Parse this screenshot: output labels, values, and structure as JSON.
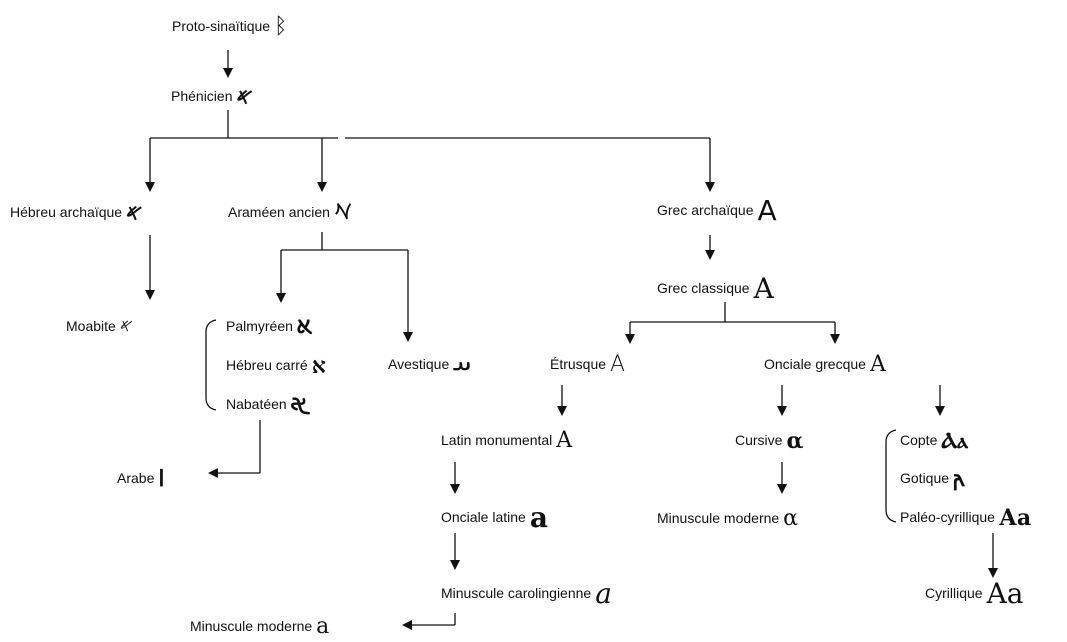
{
  "nodes": {
    "proto_sinaitique": {
      "label": "Proto-sinaïtique",
      "glyph": "ᛒ"
    },
    "phenicien": {
      "label": "Phénicien",
      "glyph": "𐤀"
    },
    "hebreu_archaique": {
      "label": "Hébreu archaïque",
      "glyph": "𐤀"
    },
    "arameen_ancien": {
      "label": "Araméen ancien",
      "glyph": "𐡀"
    },
    "grec_archaique": {
      "label": "Grec archaïque",
      "glyph": "A"
    },
    "moabite": {
      "label": "Moabite",
      "glyph": "𐤀"
    },
    "grec_classique": {
      "label": "Grec classique",
      "glyph": "A"
    },
    "palmyreen": {
      "label": "Palmyréen",
      "glyph": "𐡠"
    },
    "hebreu_carre": {
      "label": "Hébreu carré",
      "glyph": "א"
    },
    "nabateen": {
      "label": "Nabatéen",
      "glyph": "𐢀"
    },
    "avestique": {
      "label": "Avestique",
      "glyph": "𐬀"
    },
    "etrusque": {
      "label": "Étrusque",
      "glyph": "A"
    },
    "onciale_grecque": {
      "label": "Onciale grecque",
      "glyph": "A"
    },
    "arabe": {
      "label": "Arabe",
      "glyph": "ا"
    },
    "latin_monumental": {
      "label": "Latin monumental",
      "glyph": "A"
    },
    "cursive": {
      "label": "Cursive",
      "glyph": "α"
    },
    "copte": {
      "label": "Copte",
      "glyph": "Ⲁⲁ"
    },
    "gotique": {
      "label": "Gotique",
      "glyph": "𐌰"
    },
    "paleo_cyrillique": {
      "label": "Paléo-cyrillique",
      "glyph": "Аа"
    },
    "onciale_latine": {
      "label": "Onciale latine",
      "glyph": "a"
    },
    "minuscule_moderne_grec": {
      "label": "Minuscule moderne",
      "glyph": "α"
    },
    "minuscule_carolingienne": {
      "label": "Minuscule carolingienne",
      "glyph": "a"
    },
    "cyrillique": {
      "label": "Cyrillique",
      "glyph": "Aa"
    },
    "minuscule_moderne_latin": {
      "label": "Minuscule moderne",
      "glyph": "a"
    }
  }
}
